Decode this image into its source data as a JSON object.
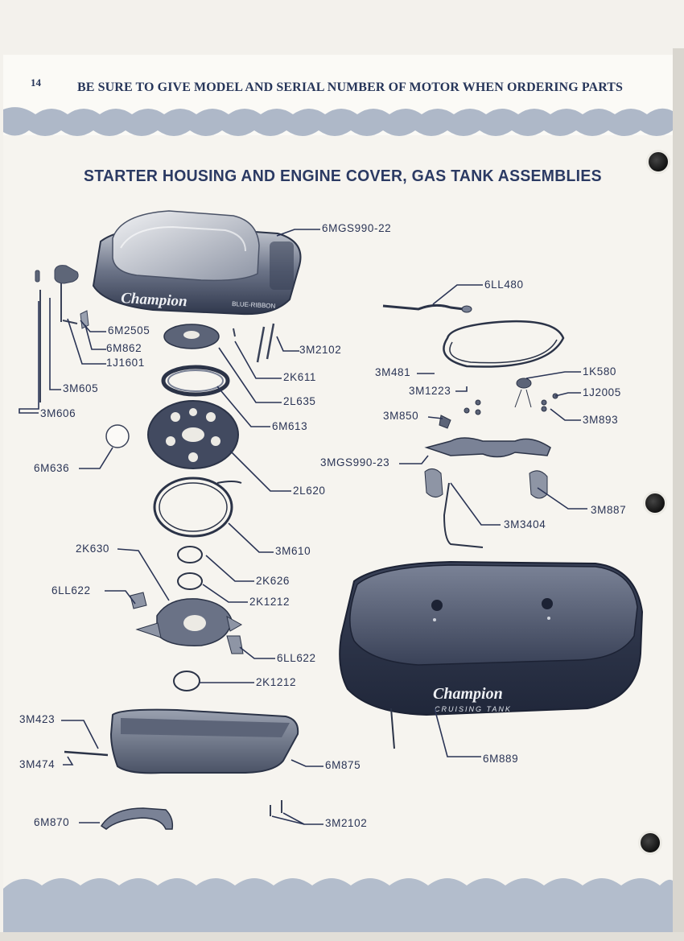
{
  "page": {
    "number": "14",
    "header_note": "BE SURE TO GIVE MODEL AND SERIAL NUMBER OF MOTOR WHEN ORDERING PARTS",
    "title": "STARTER HOUSING AND ENGINE COVER, GAS TANK ASSEMBLIES"
  },
  "artwork": {
    "engine_cover_brand": "Champion",
    "engine_cover_badge": "BLUE-RIBBON",
    "gas_tank_brand": "Champion",
    "gas_tank_subtitle": "CRUISING TANK"
  },
  "parts": [
    {
      "id": "p1",
      "label": "6MGS990-22"
    },
    {
      "id": "p2",
      "label": "6M2505"
    },
    {
      "id": "p3",
      "label": "6M862"
    },
    {
      "id": "p4",
      "label": "1J1601"
    },
    {
      "id": "p5",
      "label": "3M605"
    },
    {
      "id": "p6",
      "label": "3M606"
    },
    {
      "id": "p7",
      "label": "3M2102"
    },
    {
      "id": "p8",
      "label": "2K611"
    },
    {
      "id": "p9",
      "label": "2L635"
    },
    {
      "id": "p10",
      "label": "6M613"
    },
    {
      "id": "p11",
      "label": "6M636"
    },
    {
      "id": "p12",
      "label": "2L620"
    },
    {
      "id": "p13",
      "label": "3M610"
    },
    {
      "id": "p14",
      "label": "2K630"
    },
    {
      "id": "p15",
      "label": "2K626"
    },
    {
      "id": "p16",
      "label": "6LL622"
    },
    {
      "id": "p17",
      "label": "2K1212"
    },
    {
      "id": "p18",
      "label": "6LL622"
    },
    {
      "id": "p19",
      "label": "2K1212"
    },
    {
      "id": "p20",
      "label": "3M423"
    },
    {
      "id": "p21",
      "label": "3M474"
    },
    {
      "id": "p22",
      "label": "6M875"
    },
    {
      "id": "p23",
      "label": "6M870"
    },
    {
      "id": "p24",
      "label": "3M2102"
    },
    {
      "id": "p25",
      "label": "6LL480"
    },
    {
      "id": "p26",
      "label": "3M481"
    },
    {
      "id": "p27",
      "label": "1K580"
    },
    {
      "id": "p28",
      "label": "3M1223"
    },
    {
      "id": "p29",
      "label": "1J2005"
    },
    {
      "id": "p30",
      "label": "3M850"
    },
    {
      "id": "p31",
      "label": "3M893"
    },
    {
      "id": "p32",
      "label": "3MGS990-23"
    },
    {
      "id": "p33",
      "label": "3M887"
    },
    {
      "id": "p34",
      "label": "3M3404"
    },
    {
      "id": "p35",
      "label": "6M889"
    }
  ]
}
